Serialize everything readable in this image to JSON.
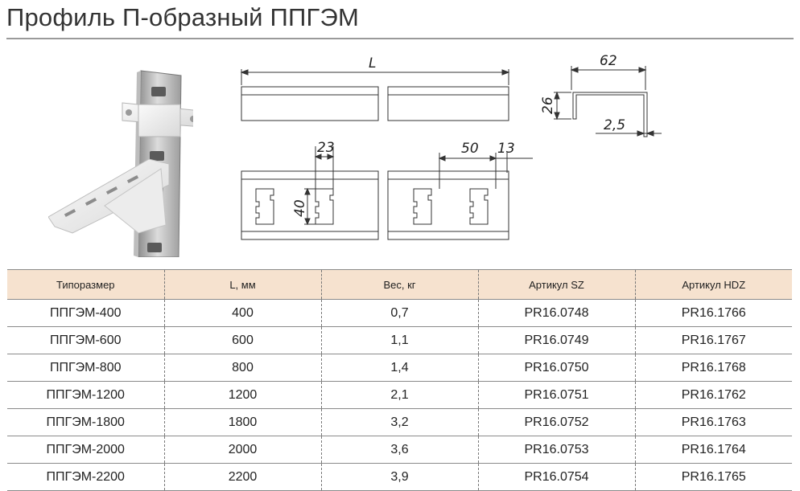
{
  "title": "Профиль П-образный ППГЭМ",
  "drawing": {
    "dim_length": "L",
    "dim_width": "62",
    "dim_height": "26",
    "dim_thickness": "2,5",
    "dim_slot_width": "23",
    "dim_slot_height": "40",
    "dim_pitch": "50",
    "dim_edge": "13"
  },
  "table": {
    "headers": [
      "Типоразмер",
      "L, мм",
      "Вес, кг",
      "Артикул SZ",
      "Артикул HDZ"
    ],
    "rows": [
      [
        "ППГЭМ-400",
        "400",
        "0,7",
        "PR16.0748",
        "PR16.1766"
      ],
      [
        "ППГЭМ-600",
        "600",
        "1,1",
        "PR16.0749",
        "PR16.1767"
      ],
      [
        "ППГЭМ-800",
        "800",
        "1,4",
        "PR16.0750",
        "PR16.1768"
      ],
      [
        "ППГЭМ-1200",
        "1200",
        "2,1",
        "PR16.0751",
        "PR16.1762"
      ],
      [
        "ППГЭМ-1800",
        "1800",
        "3,2",
        "PR16.0752",
        "PR16.1763"
      ],
      [
        "ППГЭМ-2000",
        "2000",
        "3,6",
        "PR16.0753",
        "PR16.1764"
      ],
      [
        "ППГЭМ-2200",
        "2200",
        "3,9",
        "PR16.0754",
        "PR16.1765"
      ]
    ]
  }
}
